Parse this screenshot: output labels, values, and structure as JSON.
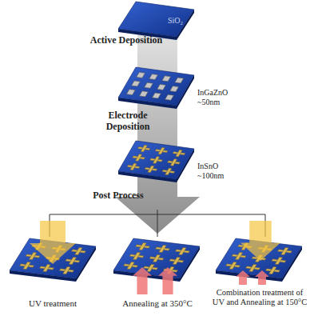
{
  "diagram": {
    "nodes": [
      {
        "text": [
          "SiO₂"
        ]
      }
    ],
    "labels": [
      "Active Deposition",
      "InGaZnO ~50nm",
      "Electrode Deposition",
      "InSnO ~100nm",
      "Post Process",
      "UV treatment",
      "Annealing at 350°C",
      "Combination treatment of UV and Annealing at 150°C"
    ]
  }
}
